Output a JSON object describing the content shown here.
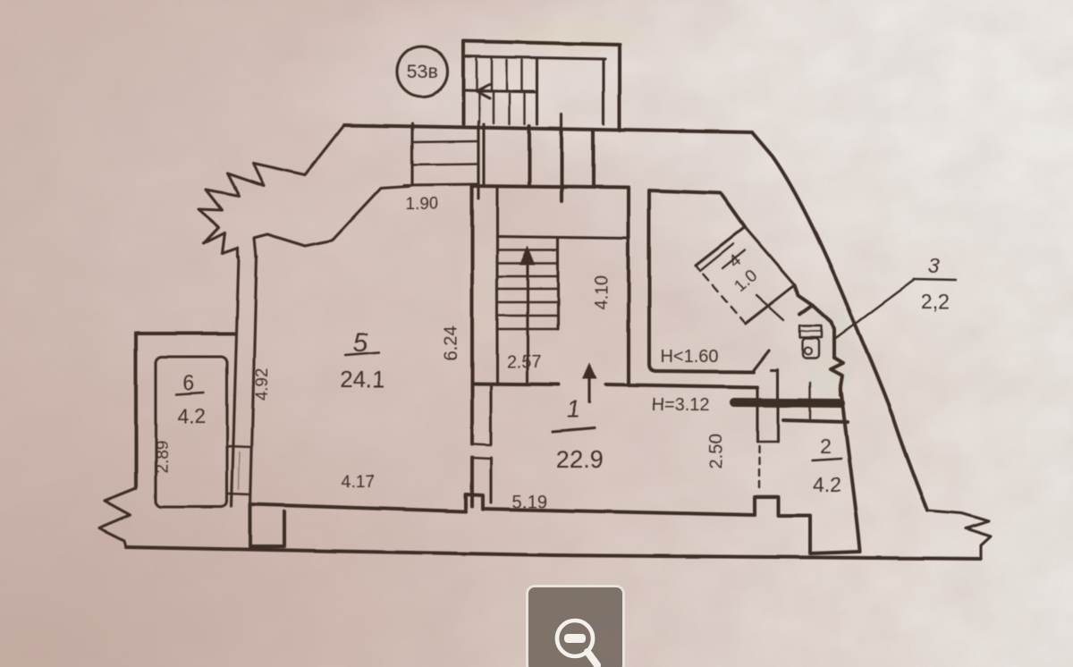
{
  "document_type": "scanned apartment floor plan photo",
  "plan": {
    "unit_badge": "53в",
    "rooms": {
      "room1": {
        "number": "1",
        "area": "22.9"
      },
      "room2": {
        "number": "2",
        "area": "4.2"
      },
      "room3": {
        "number": "3",
        "area": "2,2"
      },
      "room4": {
        "number": "4",
        "area": "1.0"
      },
      "room5": {
        "number": "5",
        "area": "24.1"
      },
      "room6": {
        "number": "6",
        "area": "4.2"
      }
    },
    "dimensions": {
      "entry_steps_width": "1.90",
      "stair_landing_depth": "2.57",
      "stair_west_wall": "6.24",
      "stair_hall_height": "4.10",
      "room5_west_wall": "4.92",
      "room6_west_wall": "2.89",
      "room5_south_wall": "4.17",
      "room1_south_wall": "5.19",
      "room1_east_wall": "2.50"
    },
    "heights": {
      "under_stairs": "Н<1.60",
      "main_ceiling": "Н=3.12"
    }
  },
  "controls": {
    "zoom_out_label": "zoom out",
    "icon": "magnifier-minus-icon"
  },
  "colors": {
    "paper_pink": "#d9c8c2",
    "paper_light": "#efece8",
    "ink": "#3d2f27",
    "button_fill": "rgba(114,104,94,0.82)",
    "button_border": "rgba(225,219,211,0.85)",
    "icon_white": "#f4f1ec"
  }
}
